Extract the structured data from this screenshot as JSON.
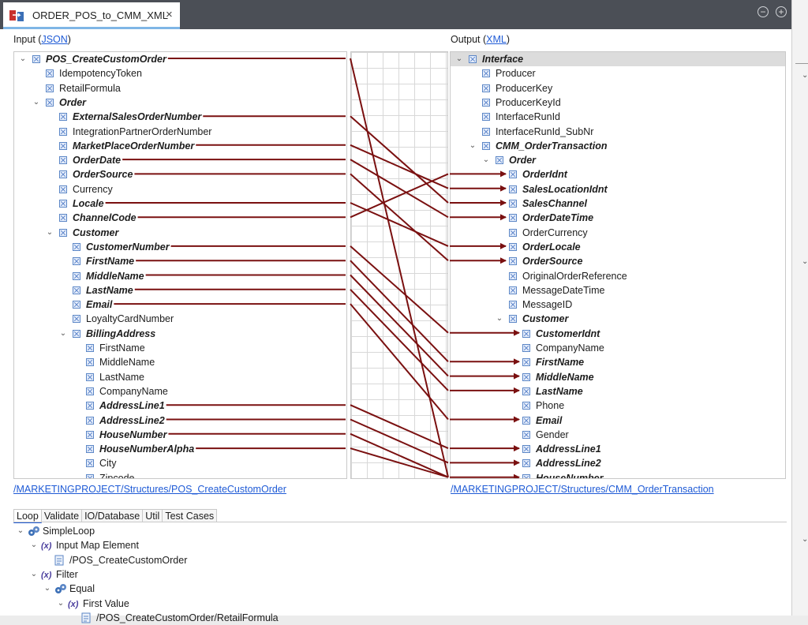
{
  "editor": {
    "tab_title": "ORDER_POS_to_CMM_XML",
    "close_glyph": "×",
    "minimize_glyph": "−",
    "add_glyph": "+"
  },
  "input": {
    "label": "Input (",
    "format": "JSON",
    "label_end": ")",
    "path": "/MARKETINGPROJECT/Structures/POS_CreateCustomOrder",
    "rows": [
      {
        "label": "POS_CreateCustomOrder",
        "bold": true,
        "indent": 0,
        "chevron": "open",
        "mapped": true
      },
      {
        "label": "IdempotencyToken",
        "bold": false,
        "indent": 1,
        "chevron": "none",
        "mapped": false
      },
      {
        "label": "RetailFormula",
        "bold": false,
        "indent": 1,
        "chevron": "none",
        "mapped": false
      },
      {
        "label": "Order",
        "bold": true,
        "indent": 1,
        "chevron": "open",
        "mapped": false
      },
      {
        "label": "ExternalSalesOrderNumber",
        "bold": true,
        "indent": 2,
        "chevron": "none",
        "mapped": true
      },
      {
        "label": "IntegrationPartnerOrderNumber",
        "bold": false,
        "indent": 2,
        "chevron": "none",
        "mapped": false
      },
      {
        "label": "MarketPlaceOrderNumber",
        "bold": true,
        "indent": 2,
        "chevron": "none",
        "mapped": true
      },
      {
        "label": "OrderDate",
        "bold": true,
        "indent": 2,
        "chevron": "none",
        "mapped": true
      },
      {
        "label": "OrderSource",
        "bold": true,
        "indent": 2,
        "chevron": "none",
        "mapped": true
      },
      {
        "label": "Currency",
        "bold": false,
        "indent": 2,
        "chevron": "none",
        "mapped": false
      },
      {
        "label": "Locale",
        "bold": true,
        "indent": 2,
        "chevron": "none",
        "mapped": true
      },
      {
        "label": "ChannelCode",
        "bold": true,
        "indent": 2,
        "chevron": "none",
        "mapped": true
      },
      {
        "label": "Customer",
        "bold": true,
        "indent": 2,
        "chevron": "open",
        "mapped": false
      },
      {
        "label": "CustomerNumber",
        "bold": true,
        "indent": 3,
        "chevron": "none",
        "mapped": true
      },
      {
        "label": "FirstName",
        "bold": true,
        "indent": 3,
        "chevron": "none",
        "mapped": true
      },
      {
        "label": "MiddleName",
        "bold": true,
        "indent": 3,
        "chevron": "none",
        "mapped": true
      },
      {
        "label": "LastName",
        "bold": true,
        "indent": 3,
        "chevron": "none",
        "mapped": true
      },
      {
        "label": "Email",
        "bold": true,
        "indent": 3,
        "chevron": "none",
        "mapped": true
      },
      {
        "label": "LoyaltyCardNumber",
        "bold": false,
        "indent": 3,
        "chevron": "none",
        "mapped": false
      },
      {
        "label": "BillingAddress",
        "bold": true,
        "indent": 3,
        "chevron": "open",
        "mapped": false
      },
      {
        "label": "FirstName",
        "bold": false,
        "indent": 4,
        "chevron": "none",
        "mapped": false
      },
      {
        "label": "MiddleName",
        "bold": false,
        "indent": 4,
        "chevron": "none",
        "mapped": false
      },
      {
        "label": "LastName",
        "bold": false,
        "indent": 4,
        "chevron": "none",
        "mapped": false
      },
      {
        "label": "CompanyName",
        "bold": false,
        "indent": 4,
        "chevron": "none",
        "mapped": false
      },
      {
        "label": "AddressLine1",
        "bold": true,
        "indent": 4,
        "chevron": "none",
        "mapped": true
      },
      {
        "label": "AddressLine2",
        "bold": true,
        "indent": 4,
        "chevron": "none",
        "mapped": true
      },
      {
        "label": "HouseNumber",
        "bold": true,
        "indent": 4,
        "chevron": "none",
        "mapped": true
      },
      {
        "label": "HouseNumberAlpha",
        "bold": true,
        "indent": 4,
        "chevron": "none",
        "mapped": true
      },
      {
        "label": "City",
        "bold": false,
        "indent": 4,
        "chevron": "none",
        "mapped": false
      },
      {
        "label": "Zipcode",
        "bold": false,
        "indent": 4,
        "chevron": "none",
        "mapped": false
      }
    ]
  },
  "output": {
    "label": "Output (",
    "format": "XML",
    "label_end": ")",
    "path": "/MARKETINGPROJECT/Structures/CMM_OrderTransaction",
    "rows": [
      {
        "label": "Interface",
        "bold": true,
        "indent": 0,
        "chevron": "open",
        "mapped": false,
        "selected": true
      },
      {
        "label": "Producer",
        "bold": false,
        "indent": 1,
        "chevron": "none",
        "mapped": false
      },
      {
        "label": "ProducerKey",
        "bold": false,
        "indent": 1,
        "chevron": "none",
        "mapped": false
      },
      {
        "label": "ProducerKeyId",
        "bold": false,
        "indent": 1,
        "chevron": "none",
        "mapped": false
      },
      {
        "label": "InterfaceRunId",
        "bold": false,
        "indent": 1,
        "chevron": "none",
        "mapped": false
      },
      {
        "label": "InterfaceRunId_SubNr",
        "bold": false,
        "indent": 1,
        "chevron": "none",
        "mapped": false
      },
      {
        "label": "CMM_OrderTransaction",
        "bold": true,
        "indent": 1,
        "chevron": "open",
        "mapped": false
      },
      {
        "label": "Order",
        "bold": true,
        "indent": 2,
        "chevron": "open",
        "mapped": false
      },
      {
        "label": "OrderIdnt",
        "bold": true,
        "indent": 3,
        "chevron": "none",
        "mapped": true
      },
      {
        "label": "SalesLocationIdnt",
        "bold": true,
        "indent": 3,
        "chevron": "none",
        "mapped": true
      },
      {
        "label": "SalesChannel",
        "bold": true,
        "indent": 3,
        "chevron": "none",
        "mapped": true
      },
      {
        "label": "OrderDateTime",
        "bold": true,
        "indent": 3,
        "chevron": "none",
        "mapped": true
      },
      {
        "label": "OrderCurrency",
        "bold": false,
        "indent": 3,
        "chevron": "none",
        "mapped": false
      },
      {
        "label": "OrderLocale",
        "bold": true,
        "indent": 3,
        "chevron": "none",
        "mapped": true
      },
      {
        "label": "OrderSource",
        "bold": true,
        "indent": 3,
        "chevron": "none",
        "mapped": true
      },
      {
        "label": "OriginalOrderReference",
        "bold": false,
        "indent": 3,
        "chevron": "none",
        "mapped": false
      },
      {
        "label": "MessageDateTime",
        "bold": false,
        "indent": 3,
        "chevron": "none",
        "mapped": false
      },
      {
        "label": "MessageID",
        "bold": false,
        "indent": 3,
        "chevron": "none",
        "mapped": false
      },
      {
        "label": "Customer",
        "bold": true,
        "indent": 3,
        "chevron": "open",
        "mapped": false
      },
      {
        "label": "CustomerIdnt",
        "bold": true,
        "indent": 4,
        "chevron": "none",
        "mapped": true
      },
      {
        "label": "CompanyName",
        "bold": false,
        "indent": 4,
        "chevron": "none",
        "mapped": false
      },
      {
        "label": "FirstName",
        "bold": true,
        "indent": 4,
        "chevron": "none",
        "mapped": true
      },
      {
        "label": "MiddleName",
        "bold": true,
        "indent": 4,
        "chevron": "none",
        "mapped": true
      },
      {
        "label": "LastName",
        "bold": true,
        "indent": 4,
        "chevron": "none",
        "mapped": true
      },
      {
        "label": "Phone",
        "bold": false,
        "indent": 4,
        "chevron": "none",
        "mapped": false
      },
      {
        "label": "Email",
        "bold": true,
        "indent": 4,
        "chevron": "none",
        "mapped": true
      },
      {
        "label": "Gender",
        "bold": false,
        "indent": 4,
        "chevron": "none",
        "mapped": false
      },
      {
        "label": "AddressLine1",
        "bold": true,
        "indent": 4,
        "chevron": "none",
        "mapped": true
      },
      {
        "label": "AddressLine2",
        "bold": true,
        "indent": 4,
        "chevron": "none",
        "mapped": true
      },
      {
        "label": "HouseNumber",
        "bold": true,
        "indent": 4,
        "chevron": "none",
        "mapped": true
      }
    ]
  },
  "mappings": [
    {
      "from": 0,
      "to": 29
    },
    {
      "from": 4,
      "to": 10
    },
    {
      "from": 6,
      "to": 9
    },
    {
      "from": 7,
      "to": 11
    },
    {
      "from": 8,
      "to": 14
    },
    {
      "from": 10,
      "to": 13
    },
    {
      "from": 11,
      "to": 8
    },
    {
      "from": 13,
      "to": 19
    },
    {
      "from": 14,
      "to": 21
    },
    {
      "from": 15,
      "to": 22
    },
    {
      "from": 16,
      "to": 23
    },
    {
      "from": 17,
      "to": 25
    },
    {
      "from": 24,
      "to": 27
    },
    {
      "from": 25,
      "to": 28
    },
    {
      "from": 26,
      "to": 29
    },
    {
      "from": 27,
      "to": 29
    }
  ],
  "bottom": {
    "tabs": [
      "Loop",
      "Validate",
      "IO/Database",
      "Util",
      "Test Cases"
    ],
    "active_tab": "Loop",
    "tree": [
      {
        "label": "SimpleLoop",
        "icon": "gear",
        "indent": 0,
        "chevron": "open"
      },
      {
        "label": "Input Map Element",
        "icon": "var",
        "indent": 1,
        "chevron": "open"
      },
      {
        "label": "/POS_CreateCustomOrder",
        "icon": "doc",
        "indent": 2,
        "chevron": "none"
      },
      {
        "label": "Filter",
        "icon": "var",
        "indent": 1,
        "chevron": "open"
      },
      {
        "label": "Equal",
        "icon": "gear",
        "indent": 2,
        "chevron": "open"
      },
      {
        "label": "First Value",
        "icon": "var",
        "indent": 3,
        "chevron": "open"
      },
      {
        "label": "/POS_CreateCustomOrder/RetailFormula",
        "icon": "doc",
        "indent": 4,
        "chevron": "none"
      }
    ]
  },
  "colors": {
    "mapping_line": "#7a1010",
    "link": "#1f5bd6",
    "selected_row": "#dcdcdc"
  }
}
